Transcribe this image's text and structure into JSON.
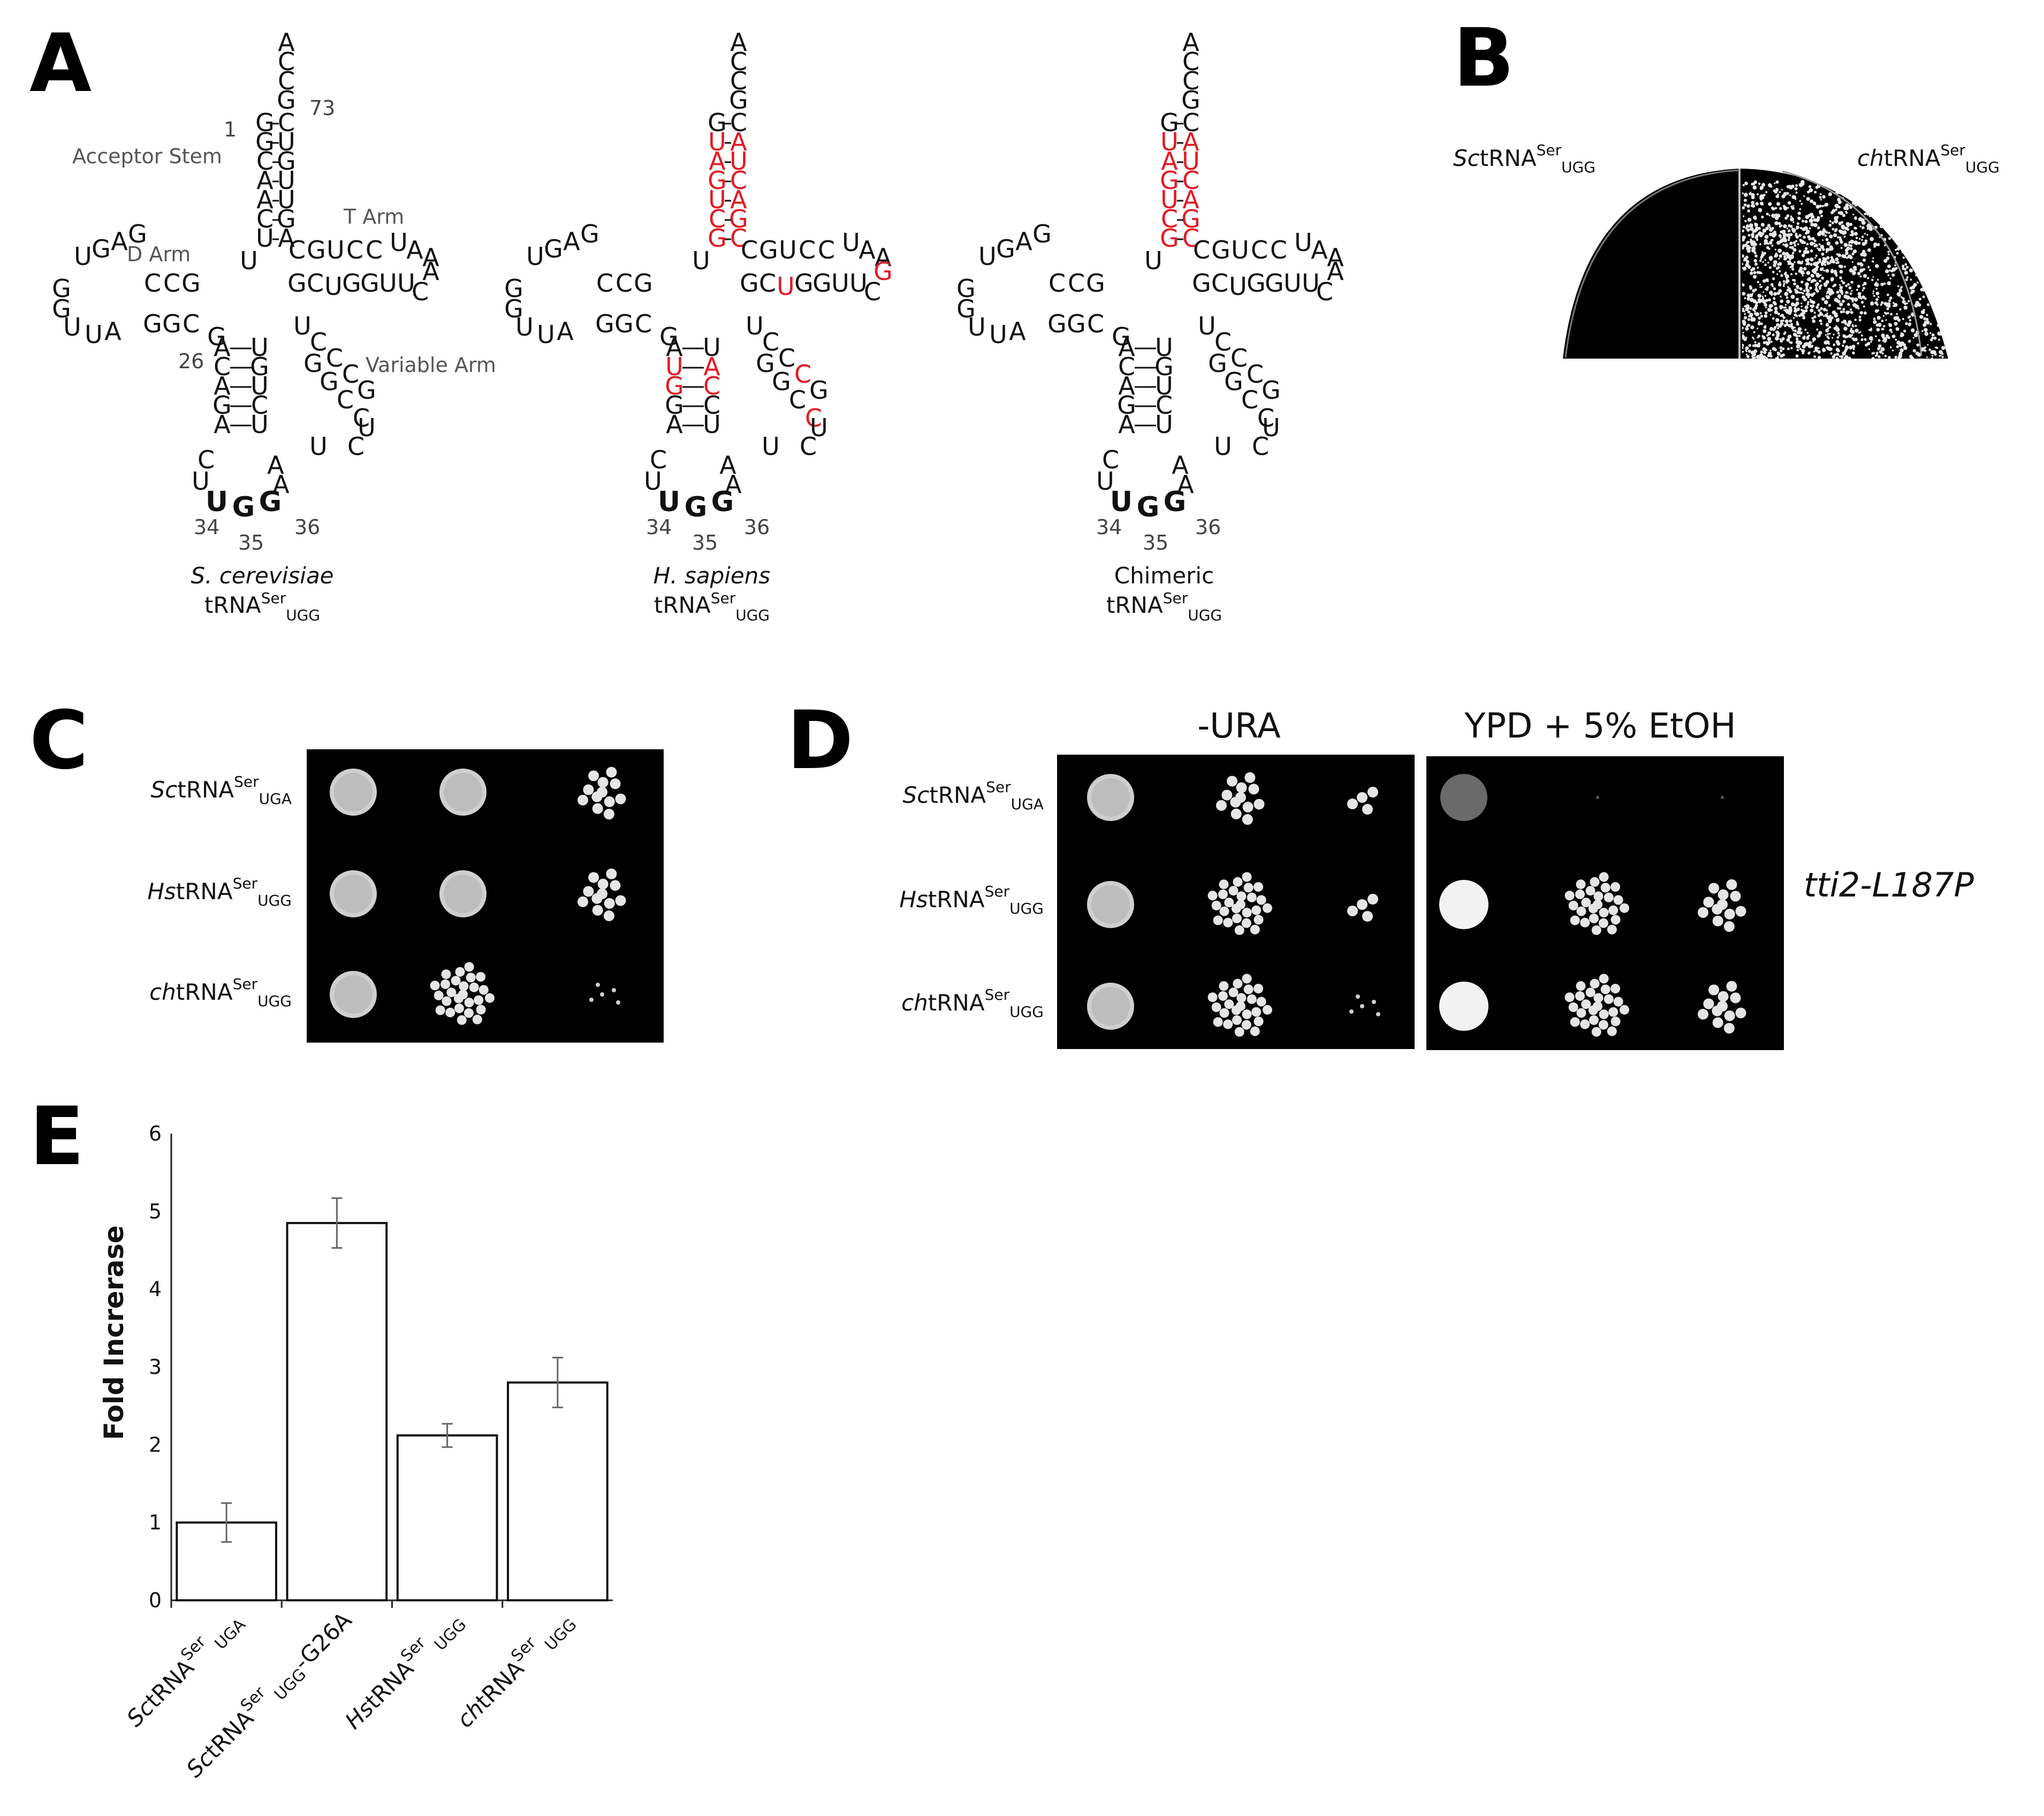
{
  "panel_labels": [
    "A",
    "B",
    "C",
    "D",
    "E"
  ],
  "panel_a": {
    "structures": [
      {
        "caption_line1": "S. cerevisiae",
        "caption_italic": true,
        "caption_line2": "tRNA",
        "sup": "Ser",
        "sub": "UGG"
      },
      {
        "caption_line1": "H. sapiens",
        "caption_italic": true,
        "caption_line2": "tRNA",
        "sup": "Ser",
        "sub": "UGG"
      },
      {
        "caption_line1": "Chimeric",
        "caption_italic": false,
        "caption_line2": "tRNA",
        "sup": "Ser",
        "sub": "UGG"
      }
    ],
    "annotations": {
      "acceptor_stem": "Acceptor Stem",
      "t_arm": "T Arm",
      "d_arm": "D Arm",
      "variable_arm": "Variable Arm"
    },
    "numbers": {
      "n1": "1",
      "n73": "73",
      "n26": "26",
      "n34": "34",
      "n35": "35",
      "n36": "36"
    },
    "highlight_color": "#e01c24"
  },
  "panel_b": {
    "left_label": {
      "prefix": "Sc",
      "rest": "tRNA",
      "sup": "Ser",
      "sub": "UGG"
    },
    "right_label": {
      "prefix": "ch",
      "rest": "tRNA",
      "sup": "Ser",
      "sub": "UGG"
    }
  },
  "panel_c": {
    "rows": [
      {
        "prefix": "Sc",
        "rest": "tRNA",
        "sup": "Ser",
        "sub": "UGA"
      },
      {
        "prefix": "Hs",
        "rest": "tRNA",
        "sup": "Ser",
        "sub": "UGG"
      },
      {
        "prefix": "ch",
        "rest": "tRNA",
        "sup": "Ser",
        "sub": "UGG"
      }
    ]
  },
  "panel_d": {
    "header_left": "-URA",
    "header_right": "YPD + 5% EtOH",
    "rows": [
      {
        "prefix": "Sc",
        "rest": "tRNA",
        "sup": "Ser",
        "sub": "UGA"
      },
      {
        "prefix": "Hs",
        "rest": "tRNA",
        "sup": "Ser",
        "sub": "UGG"
      },
      {
        "prefix": "ch",
        "rest": "tRNA",
        "sup": "Ser",
        "sub": "UGG"
      }
    ],
    "strain": "tti2-L187P"
  },
  "chart_data": {
    "type": "bar",
    "ylabel": "Fold Increrase",
    "ylim": [
      0,
      6
    ],
    "yticks": [
      "0",
      "1",
      "2",
      "3",
      "4",
      "5",
      "6"
    ],
    "categories": [
      {
        "prefix": "Sc",
        "rest": "tRNA",
        "sup": "Ser",
        "sub": "UGA",
        "suffix": ""
      },
      {
        "prefix": "Sc",
        "rest": "tRNA",
        "sup": "Ser",
        "sub": "UGG",
        "suffix": "-G26A"
      },
      {
        "prefix": "Hs",
        "rest": "tRNA",
        "sup": "Ser",
        "sub": "UGG",
        "suffix": ""
      },
      {
        "prefix": "ch",
        "rest": "tRNA",
        "sup": "Ser",
        "sub": "UGG",
        "suffix": ""
      }
    ],
    "values": [
      1.0,
      4.85,
      2.12,
      2.8
    ],
    "errors": [
      0.25,
      0.32,
      0.15,
      0.32
    ],
    "grid": false
  }
}
